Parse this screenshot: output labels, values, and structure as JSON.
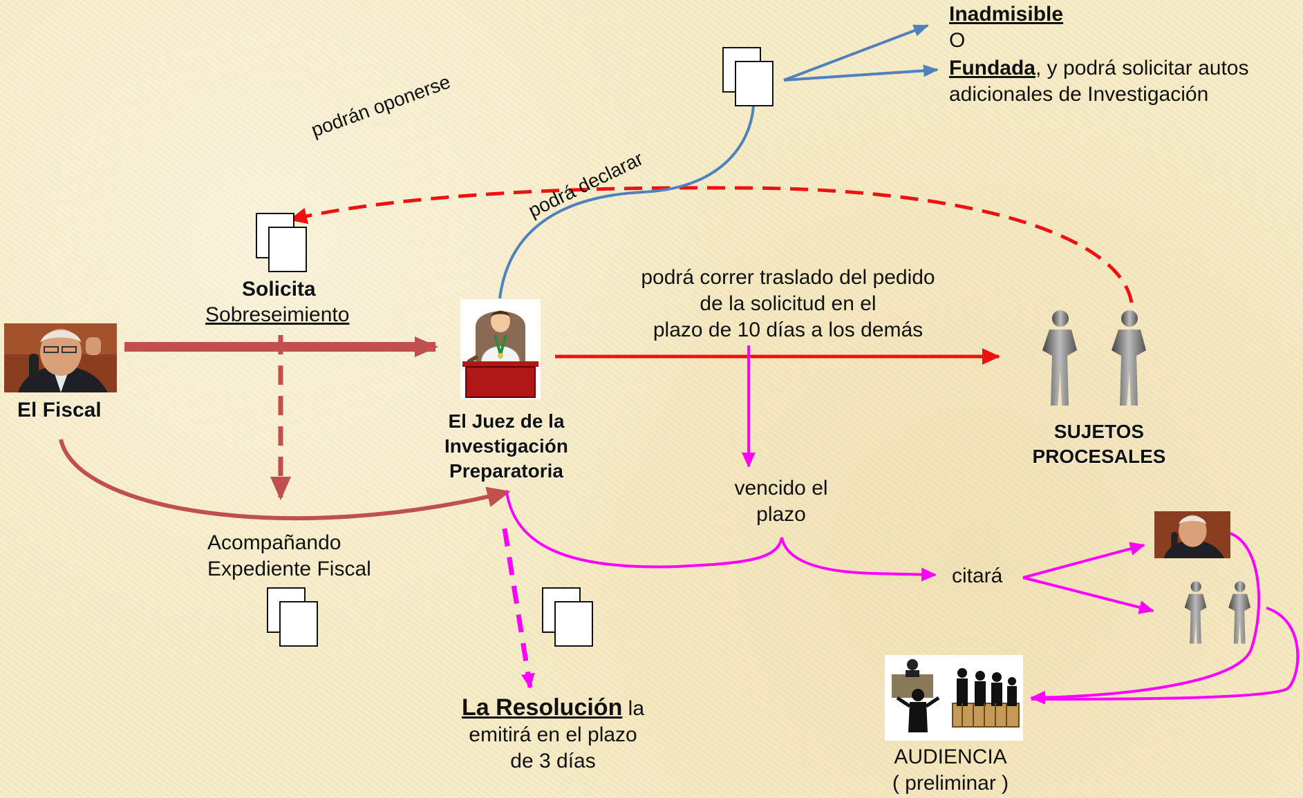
{
  "labels": {
    "fiscal": "El Fiscal",
    "solicita": "Solicita",
    "sobreseimiento": "Sobreseimiento",
    "juez_line1": "El Juez de la",
    "juez_line2": "Investigación",
    "juez_line3": "Preparatoria",
    "sujetos_line1": "SUJETOS",
    "sujetos_line2": "PROCESALES",
    "podran_oponerse": "podrán oponerse",
    "podra_declarar": "podrá declarar",
    "traslado_line1": "podrá correr traslado del pedido",
    "traslado_line2": "de la solicitud en el",
    "traslado_line3": "plazo de 10 días a los demás",
    "inadmisible": "Inadmisible",
    "o": "O",
    "fundada": "Fundada",
    "fundada_rest": ", y podrá solicitar autos",
    "fundada_line2": "adicionales de Investigación",
    "acompanando_line1": "Acompañando",
    "acompanando_line2": "Expediente Fiscal",
    "vencido_line1": "vencido el",
    "vencido_line2": "plazo",
    "citara": "citará",
    "resolucion": "La Resolución",
    "resolucion_la": " la",
    "resolucion_line2": "emitirá en el plazo",
    "resolucion_line3": "de 3 días",
    "audiencia_line1": "AUDIENCIA",
    "audiencia_line2": "( preliminar )"
  },
  "icons": {
    "fiscal": "fiscal-photo-icon",
    "judge": "judge-clipart-icon",
    "people": "figures-icon",
    "document": "document-icon",
    "audiencia": "courtroom-clipart-icon"
  },
  "colors": {
    "background": "#f6ebc6",
    "brown_arrow": "#c0504d",
    "red_arrow": "#ee1111",
    "blue_arrow": "#4f81bd",
    "magenta_arrow": "#ff00ff"
  }
}
